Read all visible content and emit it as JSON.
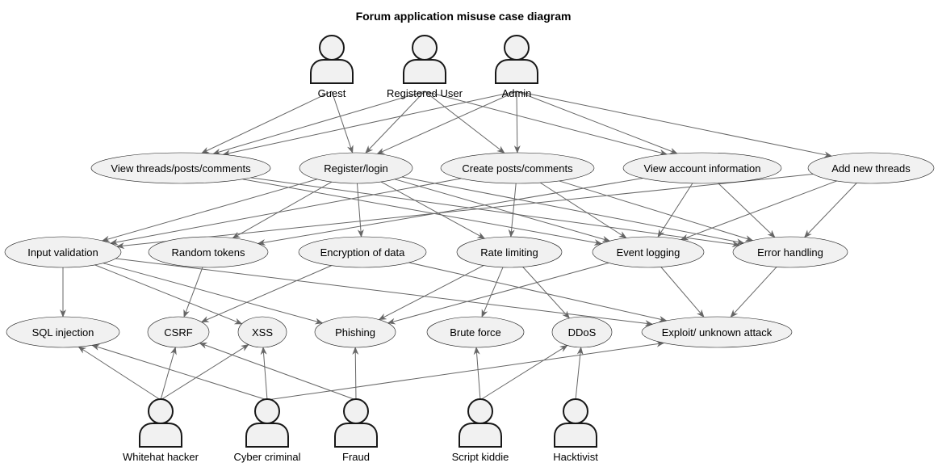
{
  "title": "Forum application misuse case diagram",
  "colors": {
    "fill": "#F1F1F1",
    "stroke": "#181818",
    "edge": "#666666"
  },
  "actors": [
    {
      "id": "guest",
      "label": "Guest"
    },
    {
      "id": "registered",
      "label": "Registered User"
    },
    {
      "id": "admin",
      "label": "Admin"
    },
    {
      "id": "whitehat",
      "label": "Whitehat hacker"
    },
    {
      "id": "cyber",
      "label": "Cyber criminal"
    },
    {
      "id": "fraud",
      "label": "Fraud"
    },
    {
      "id": "kiddie",
      "label": "Script kiddie"
    },
    {
      "id": "hacktivist",
      "label": "Hacktivist"
    }
  ],
  "use_cases": [
    {
      "id": "view_threads",
      "label": "View threads/posts/comments"
    },
    {
      "id": "register",
      "label": "Register/login"
    },
    {
      "id": "create_posts",
      "label": "Create posts/comments"
    },
    {
      "id": "view_account",
      "label": "View account information"
    },
    {
      "id": "add_threads",
      "label": "Add new threads"
    },
    {
      "id": "input_validation",
      "label": "Input validation"
    },
    {
      "id": "random_tokens",
      "label": "Random tokens"
    },
    {
      "id": "encryption",
      "label": "Encryption of data"
    },
    {
      "id": "rate_limiting",
      "label": "Rate limiting"
    },
    {
      "id": "event_logging",
      "label": "Event logging"
    },
    {
      "id": "error_handling",
      "label": "Error handling"
    },
    {
      "id": "sql_injection",
      "label": "SQL injection"
    },
    {
      "id": "csrf",
      "label": "CSRF"
    },
    {
      "id": "xss",
      "label": "XSS"
    },
    {
      "id": "phishing",
      "label": "Phishing"
    },
    {
      "id": "brute_force",
      "label": "Brute force"
    },
    {
      "id": "ddos",
      "label": "DDoS"
    },
    {
      "id": "exploit",
      "label": "Exploit/ unknown attack"
    }
  ],
  "edges": [
    [
      "guest",
      "view_threads"
    ],
    [
      "guest",
      "register"
    ],
    [
      "registered",
      "view_threads"
    ],
    [
      "registered",
      "register"
    ],
    [
      "registered",
      "create_posts"
    ],
    [
      "registered",
      "view_account"
    ],
    [
      "admin",
      "view_threads"
    ],
    [
      "admin",
      "register"
    ],
    [
      "admin",
      "create_posts"
    ],
    [
      "admin",
      "view_account"
    ],
    [
      "admin",
      "add_threads"
    ],
    [
      "view_threads",
      "event_logging"
    ],
    [
      "view_threads",
      "error_handling"
    ],
    [
      "register",
      "input_validation"
    ],
    [
      "register",
      "random_tokens"
    ],
    [
      "register",
      "encryption"
    ],
    [
      "register",
      "rate_limiting"
    ],
    [
      "register",
      "event_logging"
    ],
    [
      "register",
      "error_handling"
    ],
    [
      "create_posts",
      "input_validation"
    ],
    [
      "create_posts",
      "rate_limiting"
    ],
    [
      "create_posts",
      "event_logging"
    ],
    [
      "create_posts",
      "error_handling"
    ],
    [
      "view_account",
      "random_tokens"
    ],
    [
      "view_account",
      "event_logging"
    ],
    [
      "view_account",
      "error_handling"
    ],
    [
      "add_threads",
      "input_validation"
    ],
    [
      "add_threads",
      "event_logging"
    ],
    [
      "add_threads",
      "error_handling"
    ],
    [
      "input_validation",
      "sql_injection"
    ],
    [
      "input_validation",
      "xss"
    ],
    [
      "input_validation",
      "phishing"
    ],
    [
      "input_validation",
      "exploit"
    ],
    [
      "random_tokens",
      "csrf"
    ],
    [
      "encryption",
      "csrf"
    ],
    [
      "encryption",
      "exploit"
    ],
    [
      "rate_limiting",
      "phishing"
    ],
    [
      "rate_limiting",
      "brute_force"
    ],
    [
      "rate_limiting",
      "ddos"
    ],
    [
      "event_logging",
      "phishing"
    ],
    [
      "event_logging",
      "exploit"
    ],
    [
      "error_handling",
      "exploit"
    ],
    [
      "whitehat",
      "sql_injection"
    ],
    [
      "whitehat",
      "csrf"
    ],
    [
      "whitehat",
      "xss"
    ],
    [
      "cyber",
      "sql_injection"
    ],
    [
      "cyber",
      "xss"
    ],
    [
      "cyber",
      "exploit"
    ],
    [
      "fraud",
      "csrf"
    ],
    [
      "fraud",
      "phishing"
    ],
    [
      "kiddie",
      "brute_force"
    ],
    [
      "kiddie",
      "ddos"
    ],
    [
      "hacktivist",
      "ddos"
    ]
  ]
}
